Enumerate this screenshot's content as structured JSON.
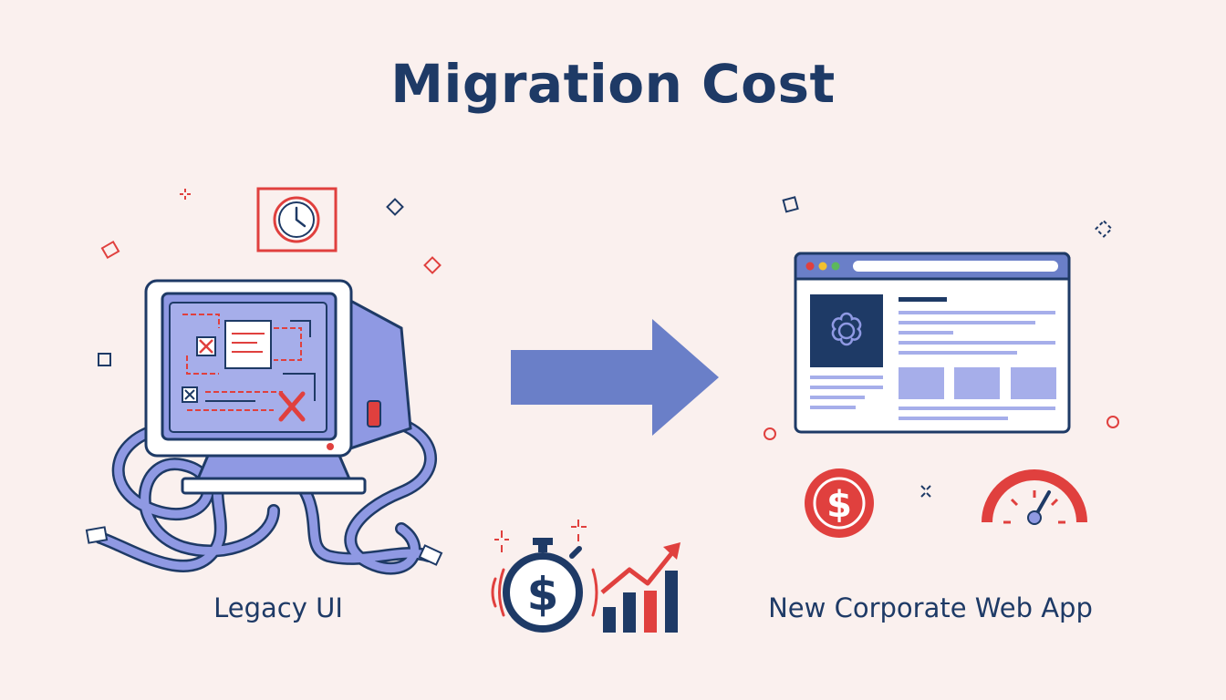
{
  "title": "Migration Cost",
  "left": {
    "label": "Legacy UI"
  },
  "right": {
    "label": "New Corporate Web App"
  },
  "icons": {
    "clock": "clock-icon",
    "arrow": "right-arrow-icon",
    "cost": "dollar-stopwatch-icon",
    "growth": "rising-bar-chart-icon",
    "coin": "dollar-coin-icon",
    "gauge": "speed-gauge-icon",
    "gear": "gear-icon"
  },
  "colors": {
    "navy": "#1e3a66",
    "periwinkle": "#8f99e3",
    "red": "#e0403e",
    "arrow": "#6a7fc8",
    "background": "#faf0ee"
  }
}
